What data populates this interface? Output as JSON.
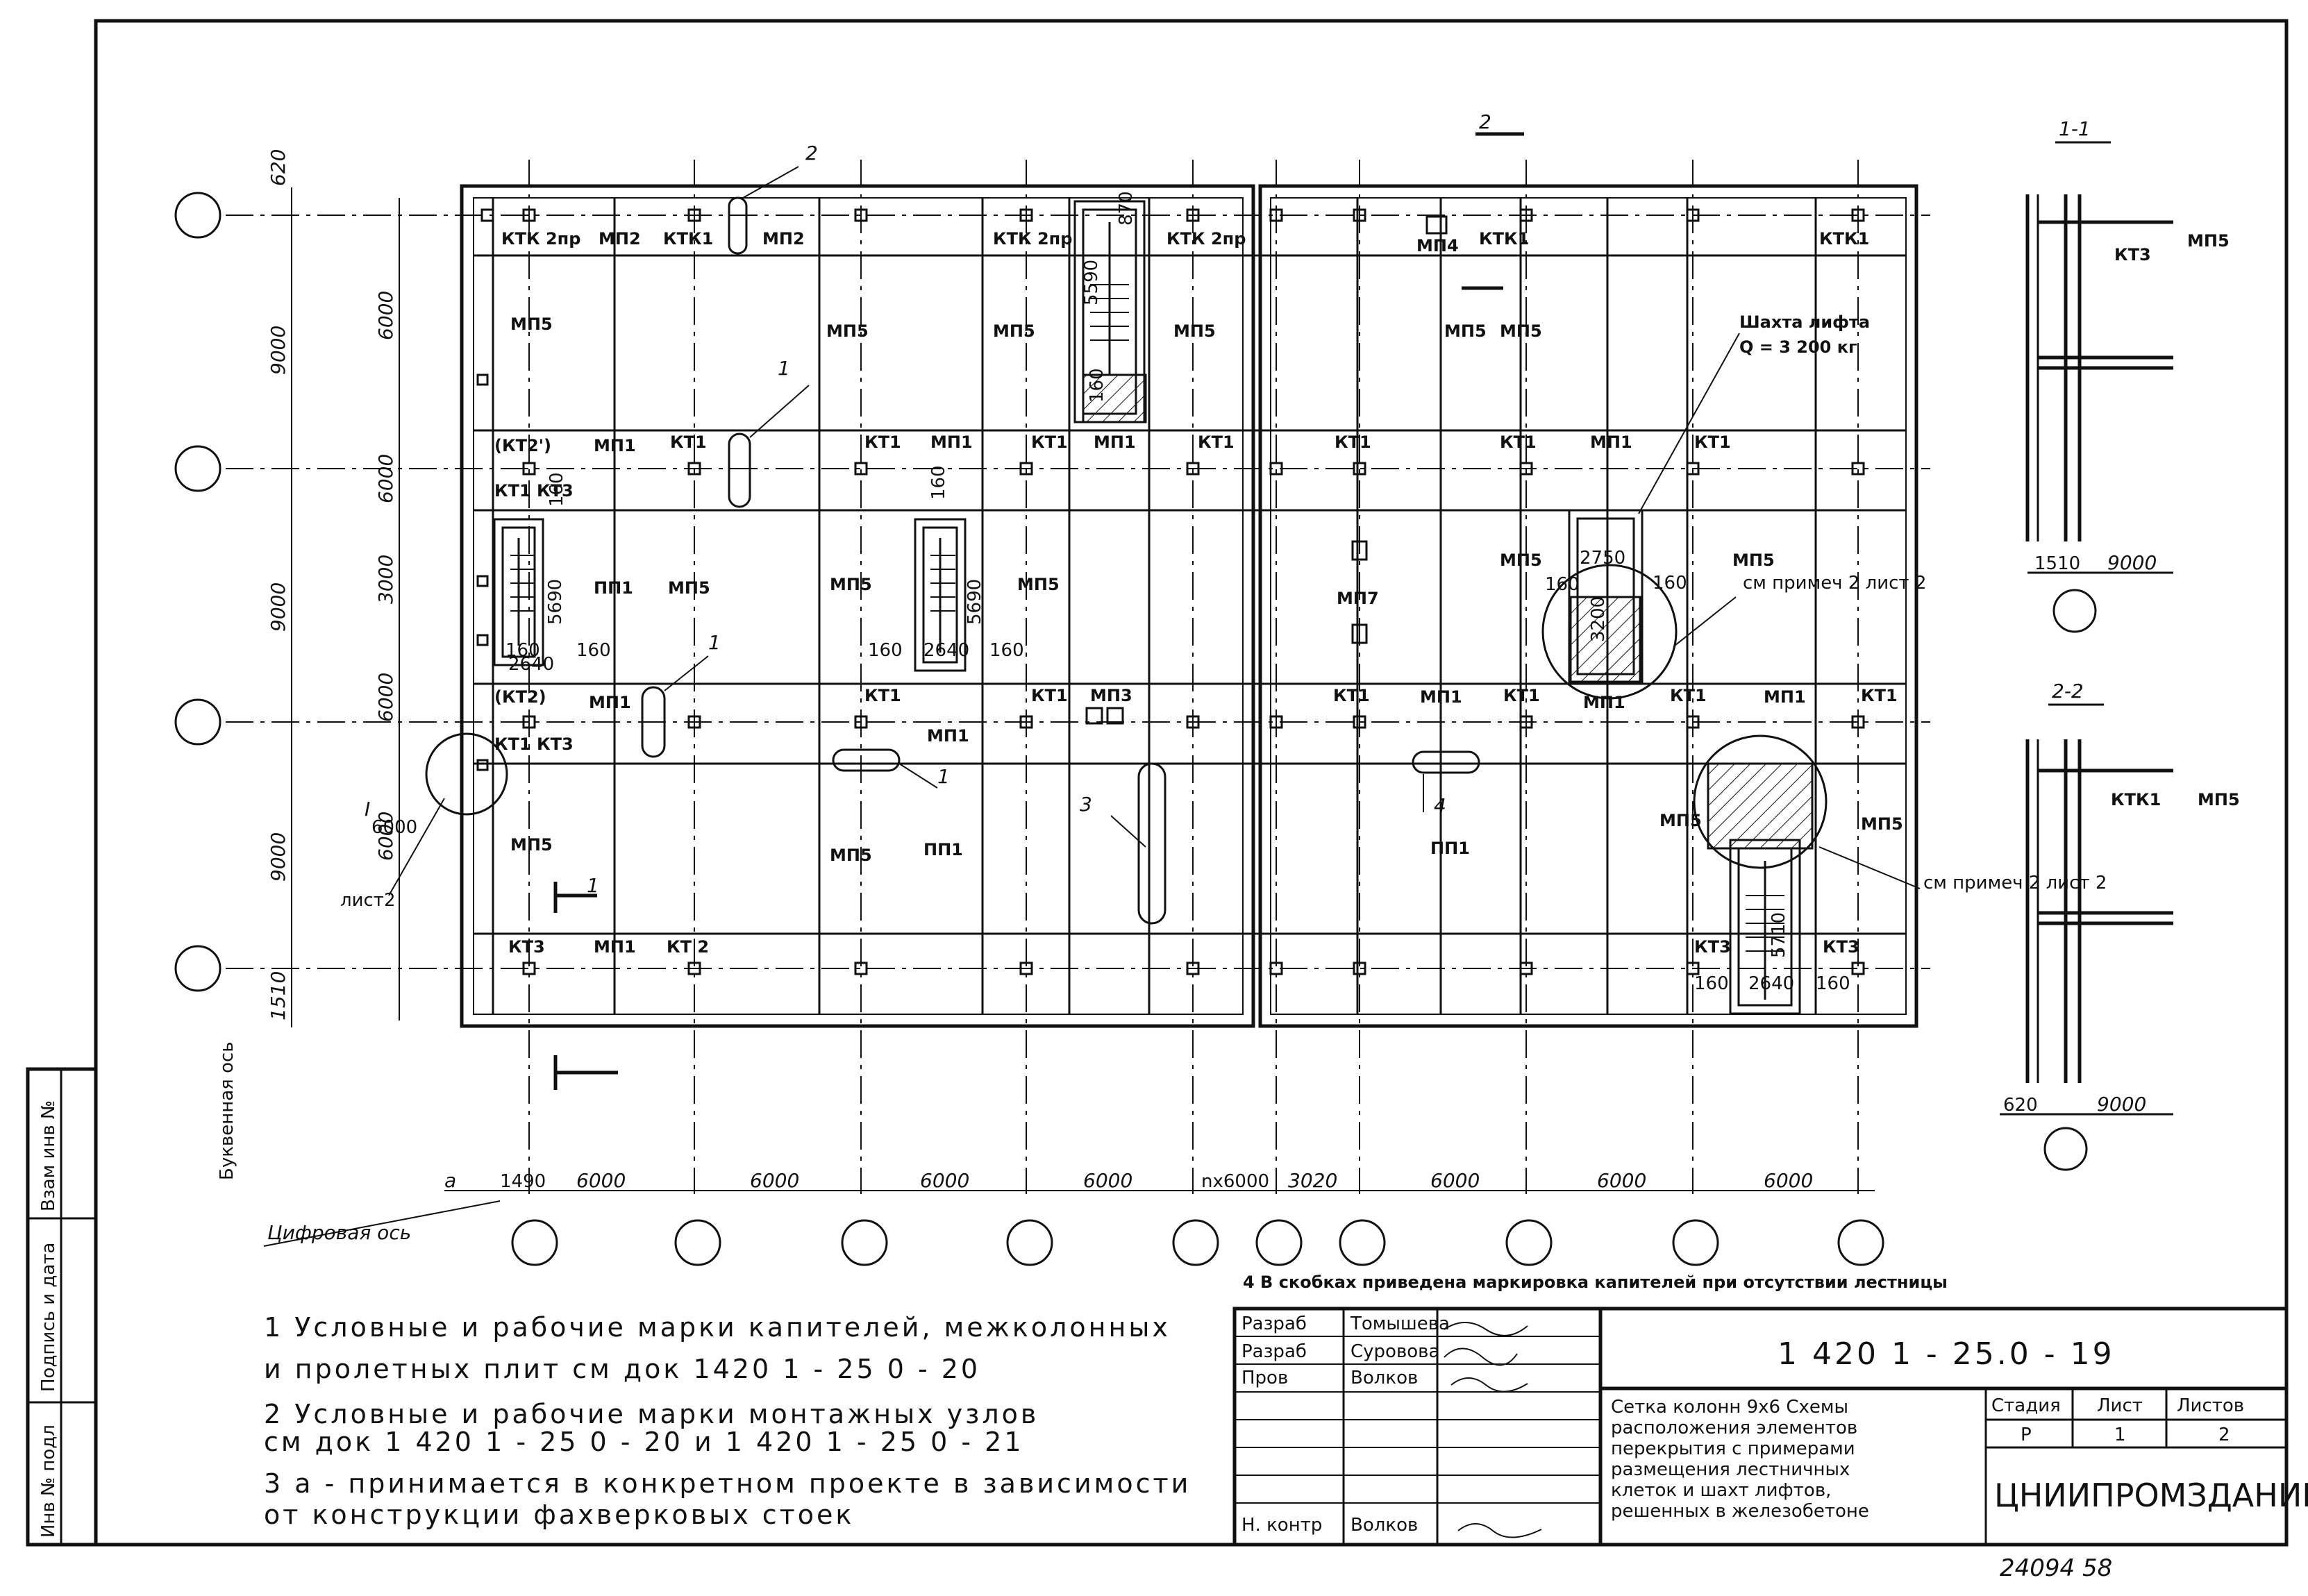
{
  "drawing": {
    "sections": {
      "s1": "1-1",
      "s2": "2-2",
      "cut2": "2",
      "cut1": "1"
    },
    "row_dims": [
      "620",
      "9000",
      "6000",
      "6000",
      "3000",
      "9000",
      "6000",
      "9000",
      "6000",
      "1510"
    ],
    "col_dims": [
      "a",
      "1490",
      "6000",
      "6000",
      "6000",
      "6000",
      "nx6000",
      "3020",
      "6000",
      "6000",
      "6000"
    ],
    "axis_labels": {
      "letter_axis": "Буквенная ось",
      "digit_axis": "Цифровая ось"
    },
    "marks": [
      "КТК 2пр",
      "МП2",
      "КТК1",
      "МП2",
      "КТК 2пр",
      "КТК 2пр",
      "МП4",
      "КТК1",
      "КТК1",
      "МП5",
      "МП5",
      "МП5",
      "МП5",
      "МП5",
      "МП5",
      "(КТ2')",
      "МП1",
      "КТ1",
      "КТ1",
      "МП1",
      "КТ1",
      "МП1",
      "КТ1",
      "КТ1",
      "КТ1",
      "МП1",
      "КТ1",
      "КТ1 КТ3",
      "ПП1",
      "МП5",
      "МП5",
      "МП5",
      "МП7",
      "МП5",
      "МП5",
      "(КТ2)",
      "МП1",
      "КТ1",
      "КТ1",
      "МП3",
      "МП1",
      "КТ1",
      "МП1",
      "КТ1",
      "МП1",
      "КТ1",
      "МП1",
      "КТ1",
      "КТ1 КТ3",
      "МП5",
      "МП5",
      "ПП1",
      "ПП1",
      "МП5",
      "МП5",
      "КТ3",
      "МП1",
      "КТ 2",
      "КТ3",
      "КТ3"
    ],
    "stair_dims": [
      "160",
      "2640",
      "5690",
      "160",
      "2640",
      "160",
      "5690",
      "160",
      "2640",
      "160",
      "5710",
      "160",
      "5590",
      "870",
      "160",
      "2750",
      "3200",
      "160",
      "160",
      "160",
      "160"
    ],
    "lift_shaft": {
      "title": "Шахта лифта",
      "capacity": "Q = 3 200 кг"
    },
    "notes_refs": [
      "см примеч 2 лист 2",
      "см примеч 2 лист 2"
    ],
    "detail_ref": {
      "num": "I",
      "dim": "6000",
      "sheet": "лист2"
    },
    "callouts": [
      "1",
      "1",
      "1",
      "2",
      "3",
      "4"
    ],
    "section_11": {
      "marks": [
        "КТ3",
        "МП5"
      ],
      "dims": [
        "1510",
        "9000"
      ]
    },
    "section_22": {
      "marks": [
        "КТК1",
        "МП5"
      ],
      "dims": [
        "620",
        "9000"
      ]
    },
    "note4": "4 В скобках приведена маркировка капителей при отсутствии лестницы"
  },
  "notes": [
    "1  Условные и рабочие марки капителей, межколонных",
    "   и пролетных   плит  см  док  1420 1 - 25 0 - 20",
    "2  Условные и рабочие марки  монтажных узлов",
    "   см  док   1 420 1 - 25 0 - 20  и  1 420 1 - 25 0 - 21",
    "3  а -  принимается   в конкретном проекте  в зависимости",
    "   от  конструкции  фахверковых  стоек"
  ],
  "title_block": {
    "code": "1 420 1 - 25.0 - 19",
    "roles": [
      {
        "role": "Разраб",
        "name": "Томышева"
      },
      {
        "role": "Разраб",
        "name": "Суровова"
      },
      {
        "role": "Пров",
        "name": "Волков"
      },
      {
        "role": "Н. контр",
        "name": "Волков"
      }
    ],
    "description": [
      "Сетка колонн 9х6  Схемы",
      "расположения элементов",
      "перекрытия с примерами",
      "размещения лестничных",
      "клеток и шахт  лифтов,",
      "решенных в железобетоне"
    ],
    "stage_head": "Стадия",
    "sheet_head": "Лист",
    "sheets_head": "Листов",
    "stage": "Р",
    "sheet": "1",
    "sheets": "2",
    "org": "ЦНИИПРОМЗДАНИЙ"
  },
  "side_stamp": [
    "Взам инв №",
    "Подпись и дата",
    "Инв № подл"
  ],
  "footer": "24094  58"
}
